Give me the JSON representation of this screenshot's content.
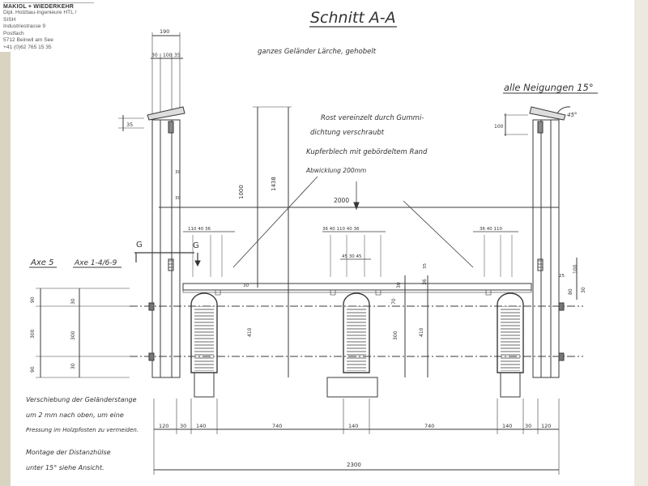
{
  "letterhead": {
    "company": "MAKIOL + WIEDERKEHR",
    "lines": [
      "Dipl. Holzbau-Ingenieure HTL /",
      "SISH",
      "Industriestrasse 9",
      "Postfach",
      "5712 Beinwil am See",
      "+41 (0)62 765 15 35"
    ]
  },
  "drawing": {
    "title": "Schnitt A-A",
    "subtitle": "ganzes Geländer Lärche, gehobelt",
    "slope_note": "alle Neigungen 15°",
    "rost_note": [
      "Rost vereinzelt durch Gummi-",
      "dichtung verschraubt"
    ],
    "copper_note": "Kupferblech mit gebördeltem Rand",
    "abwicklung_note": "Abwicklung 200mm",
    "axis_5": "Axe 5",
    "axis_149": "Axe 1-4/6-9",
    "section_g_left": "G",
    "section_g_right": "G",
    "bottom_note_1": [
      "Verschiebung der Geländerstange",
      "um 2 mm nach oben, um eine",
      "Pressung im Holzpfosten zu vermeiden."
    ],
    "bottom_note_2": [
      "Montage der Distanzhülse",
      "unter 15° siehe Ansicht."
    ],
    "dims": {
      "top_190": "190",
      "top_30": "30",
      "top_100": "100",
      "top_35": "35",
      "cap_35": "35",
      "cap_100": "100",
      "h_1000": "1000",
      "h_1438": "1438",
      "v_30a": "30",
      "v_30b": "30",
      "span_2000": "2000",
      "span_2300": "2300",
      "d_45": "45°",
      "grp_a": "110  40 36",
      "grp_b": "36 40  110  40 36",
      "grp_c": "36 40 110",
      "mid_45": "45 30 45",
      "left_90a": "90",
      "left_300": "300",
      "left_90b": "90",
      "in_30a": "30",
      "in_300": "300",
      "in_30b": "30",
      "m_70": "70",
      "m_30": "30",
      "m_36": "36",
      "m_300": "300",
      "m_410": "410",
      "m_410b": "410",
      "r_100": "100",
      "r_80": "80",
      "r_30": "30",
      "r_25": "25",
      "b_120a": "120",
      "b_30a": "30",
      "b_140a": "140",
      "b_740a": "740",
      "b_140b": "140",
      "b_740b": "740",
      "b_140c": "140",
      "b_30b": "30",
      "b_120b": "120",
      "s_30": "30",
      "s_35": "35"
    }
  },
  "colors": {
    "ink": "#3a3a3a",
    "paper": "#ffffff",
    "bar": "#d9d4c2"
  }
}
